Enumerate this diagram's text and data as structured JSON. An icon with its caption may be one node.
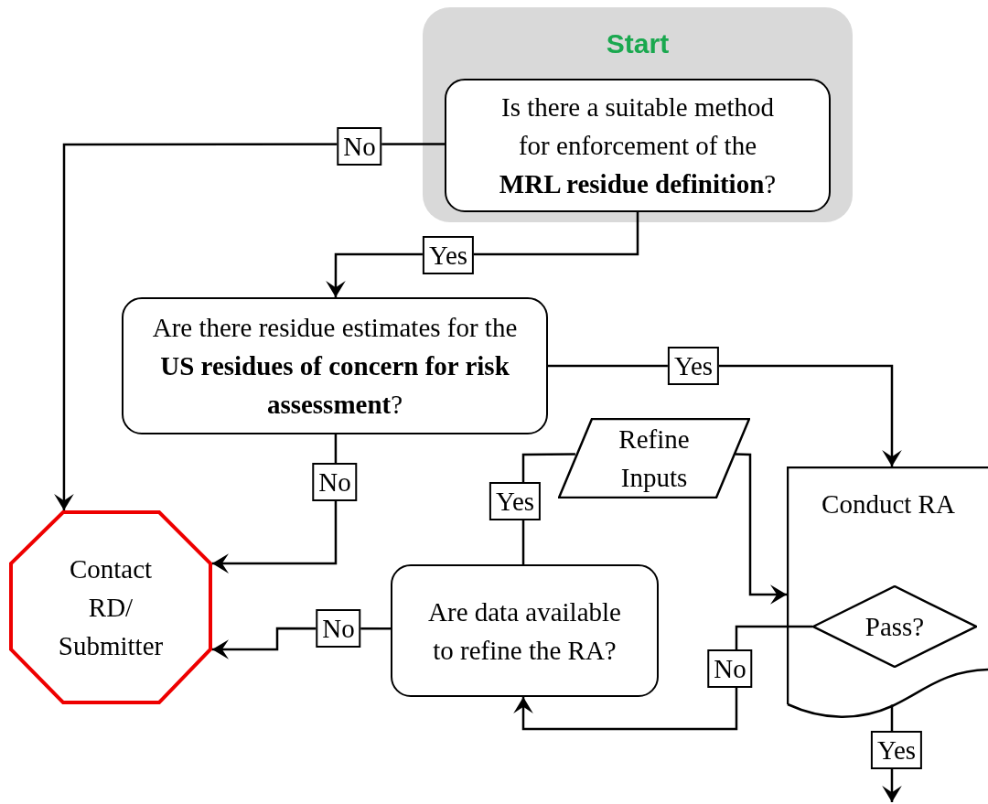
{
  "diagram": {
    "nodes": [
      {
        "text": [
          "Start"
        ]
      },
      {
        "text": [
          "Is there a suitable method for enforcement of the **MRL residue definition**?"
        ],
        "in": 0
      },
      {
        "text": [
          "Are there residue estimates for the **US residues of concern for risk assessment**?"
        ]
      },
      {
        "text": [
          "Refine Inputs"
        ]
      },
      {
        "text": [
          "Conduct RA"
        ]
      },
      {
        "text": [
          "Pass?"
        ],
        "in": 4
      },
      {
        "text": [
          "Are data available to refine the RA?"
        ]
      },
      {
        "text": [
          "Contact RD/ Submitter"
        ]
      }
    ],
    "edges": [
      {
        "from": 1,
        "to": 7,
        "arrow": "to",
        "label": "No"
      },
      {
        "from": 1,
        "to": 2,
        "arrow": "to",
        "label": "Yes"
      },
      {
        "from": 2,
        "to": 4,
        "arrow": "to",
        "label": "Yes"
      },
      {
        "from": 2,
        "to": 7,
        "arrow": "to",
        "label": "No"
      },
      {
        "from": 6,
        "to": 3,
        "arrow": "none",
        "label": "Yes"
      },
      {
        "from": 3,
        "to": 4,
        "arrow": "to"
      },
      {
        "from": 5,
        "to": 6,
        "arrow": "to",
        "label": "No"
      },
      {
        "from": 6,
        "to": 7,
        "arrow": "to",
        "label": "No"
      },
      {
        "from": 4,
        "to": null,
        "arrow": "to",
        "label": "Yes"
      }
    ]
  }
}
